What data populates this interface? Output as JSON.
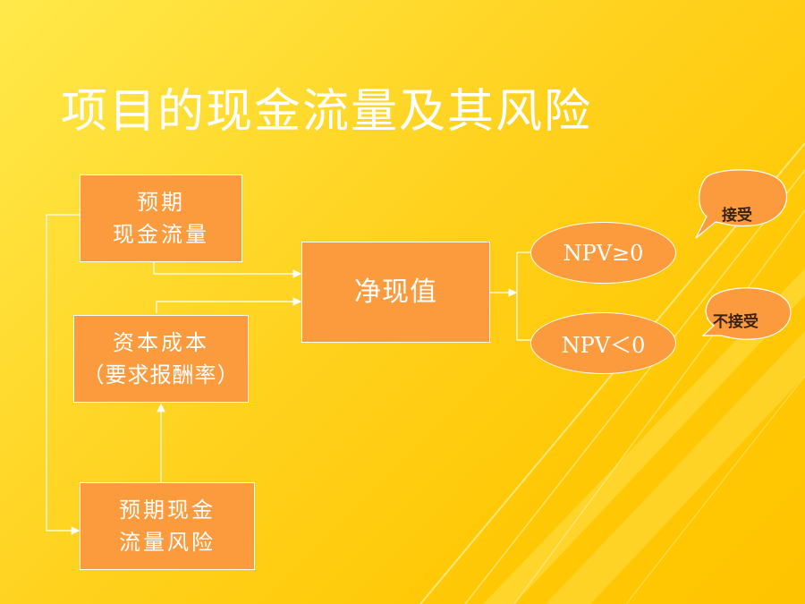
{
  "title": "项目的现金流量及其风险",
  "boxes": {
    "expected_cash_flow": [
      "预期",
      "现金流量"
    ],
    "cost_of_capital": [
      "资本成本",
      "（要求报酬率）"
    ],
    "cash_flow_risk": [
      "预期现金",
      "流量风险"
    ],
    "npv": [
      "净现值"
    ]
  },
  "outcomes": {
    "positive": "NPV≥0",
    "negative": "NPV＜0"
  },
  "callouts": {
    "accept": "接受",
    "reject": "不接受"
  },
  "colors": {
    "box_fill": "#fb9b3e",
    "text": "#ffffff",
    "background": "#ffd21f"
  }
}
